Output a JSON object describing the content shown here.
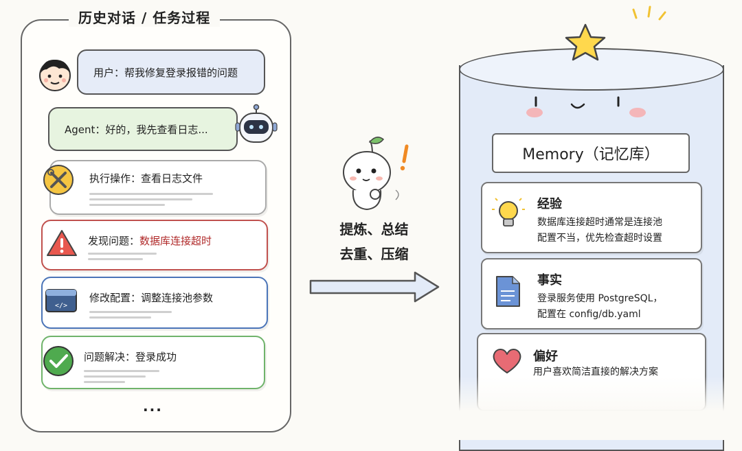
{
  "history": {
    "title": "历史对话 / 任务过程",
    "user_message": "用户：帮我修复登录报错的问题",
    "agent_message": "Agent：好的，我先查看日志...",
    "step_execute": "执行操作：查看日志文件",
    "step_issue_prefix": "发现问题：",
    "step_issue_detail": "数据库连接超时",
    "step_modify": "修改配置：调整连接池参数",
    "step_resolved": "问题解决：登录成功",
    "ellipsis": "..."
  },
  "process": {
    "line1": "提炼、总结",
    "line2": "去重、压缩"
  },
  "memory": {
    "title": "Memory（记忆库）",
    "experience_title": "经验",
    "experience_line1": "数据库连接超时通常是连接池",
    "experience_line2": "配置不当，优先检查超时设置",
    "fact_title": "事实",
    "fact_line1": "登录服务使用 PostgreSQL，",
    "fact_line2": "配置在 config/db.yaml",
    "preference_title": "偏好",
    "preference_line1": "用户喜欢简洁直接的解决方案"
  },
  "colors": {
    "user_bubble": "#e6ecf8",
    "agent_bubble": "#e7f4e0",
    "issue_border": "#c0504d",
    "issue_text": "#b02a2a",
    "modify_border": "#4a74b8",
    "resolved_border": "#6fb36a",
    "cylinder": "#e3ebf8",
    "star": "#ffd84d"
  }
}
